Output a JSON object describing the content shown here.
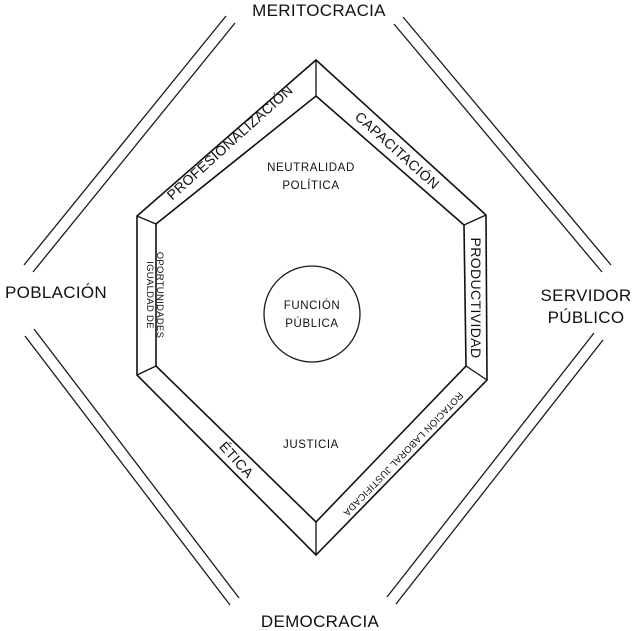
{
  "corners": {
    "top": "MERITOCRACIA",
    "left": "POBLACIÓN",
    "right_line1": "SERVIDOR",
    "right_line2": "PÚBLICO",
    "bottom": "DEMOCRACIA"
  },
  "bands": {
    "top_left": "PROFESIONALIZACIÓN",
    "top_right": "CAPACITACIÓN",
    "right": "PRODUCTIVIDAD",
    "bottom_right": "ROTACIÓN LABORAL JUSTIFICADA",
    "bottom_left": "ÉTICA",
    "left_line1": "IGUALDAD DE",
    "left_line2": "OPORTUNIDADES"
  },
  "inner": {
    "top_line1": "NEUTRALIDAD",
    "top_line2": "POLÍTICA",
    "bottom": "JUSTICIA"
  },
  "center": {
    "line1": "FUNCIÓN",
    "line2": "PÚBLICA"
  }
}
